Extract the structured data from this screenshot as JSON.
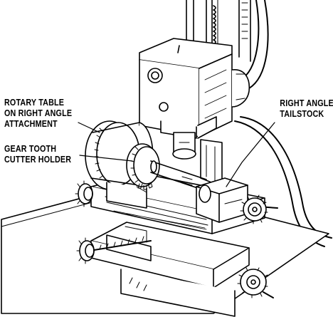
{
  "callouts": {
    "rotary_table": "ROTARY TABLE\nON RIGHT ANGLE\nATTACHMENT",
    "gear_tooth": "GEAR TOOTH\nCUTTER HOLDER",
    "tailstock": "RIGHT ANGLE\nTAILSTOCK"
  },
  "colors": {
    "ink": "#000000",
    "paper": "#ffffff",
    "shade": "#5a5a5a"
  }
}
